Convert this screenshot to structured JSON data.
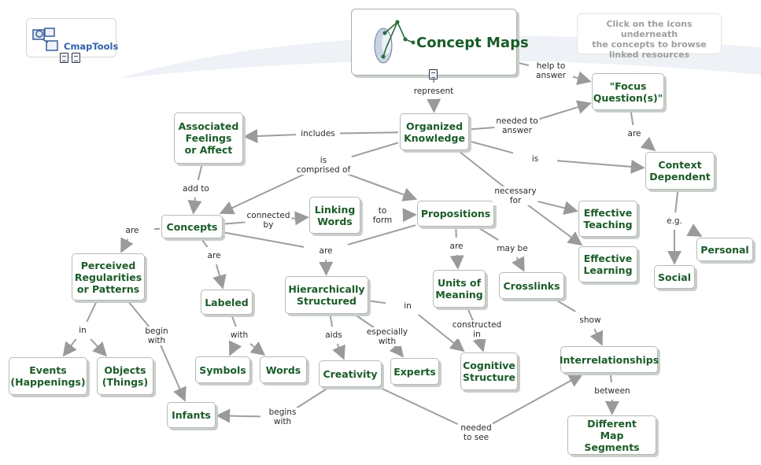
{
  "hint": "Click on the icons underneath\nthe concepts to browse\nlinked resources",
  "logo": {
    "name": "CmapTools"
  },
  "title": "Concept Maps",
  "concepts": [
    {
      "id": "organized_knowledge",
      "label": "Organized\nKnowledge"
    },
    {
      "id": "focus_questions",
      "label": "\"Focus\nQuestion(s)\""
    },
    {
      "id": "associated_feelings",
      "label": "Associated\nFeelings\nor Affect"
    },
    {
      "id": "context_dependent",
      "label": "Context\nDependent"
    },
    {
      "id": "concepts",
      "label": "Concepts"
    },
    {
      "id": "linking_words",
      "label": "Linking\nWords"
    },
    {
      "id": "propositions",
      "label": "Propositions"
    },
    {
      "id": "effective_teaching",
      "label": "Effective\nTeaching"
    },
    {
      "id": "effective_learning",
      "label": "Effective\nLearning"
    },
    {
      "id": "personal",
      "label": "Personal"
    },
    {
      "id": "social",
      "label": "Social"
    },
    {
      "id": "perceived_regularities",
      "label": "Perceived\nRegularities\nor Patterns"
    },
    {
      "id": "labeled",
      "label": "Labeled"
    },
    {
      "id": "hierarchically_structured",
      "label": "Hierarchically\nStructured"
    },
    {
      "id": "units_of_meaning",
      "label": "Units of\nMeaning"
    },
    {
      "id": "crosslinks",
      "label": "Crosslinks"
    },
    {
      "id": "events",
      "label": "Events\n(Happenings)"
    },
    {
      "id": "objects",
      "label": "Objects\n(Things)"
    },
    {
      "id": "symbols",
      "label": "Symbols"
    },
    {
      "id": "words",
      "label": "Words"
    },
    {
      "id": "creativity",
      "label": "Creativity"
    },
    {
      "id": "experts",
      "label": "Experts"
    },
    {
      "id": "cognitive_structure",
      "label": "Cognitive\nStructure"
    },
    {
      "id": "interrelationships",
      "label": "Interrelationships"
    },
    {
      "id": "infants",
      "label": "Infants"
    },
    {
      "id": "different_map_segments",
      "label": "Different\nMap Segments"
    }
  ],
  "linking_phrases": [
    {
      "id": "help_to_answer",
      "label": "help to\nanswer"
    },
    {
      "id": "represent",
      "label": "represent"
    },
    {
      "id": "needed_to_answer",
      "label": "needed to\nanswer"
    },
    {
      "id": "includes",
      "label": "includes"
    },
    {
      "id": "are_focus",
      "label": "are"
    },
    {
      "id": "is_context",
      "label": "is"
    },
    {
      "id": "is_comprised_of",
      "label": "is\ncomprised of"
    },
    {
      "id": "add_to",
      "label": "add to"
    },
    {
      "id": "necessary_for",
      "label": "necessary\nfor"
    },
    {
      "id": "eg",
      "label": "e.g."
    },
    {
      "id": "connected_by",
      "label": "connected\nby"
    },
    {
      "id": "to_form",
      "label": "to\nform"
    },
    {
      "id": "are_concepts",
      "label": "are"
    },
    {
      "id": "are_labeled",
      "label": "are"
    },
    {
      "id": "are_hier",
      "label": "are"
    },
    {
      "id": "are_units",
      "label": "are"
    },
    {
      "id": "may_be",
      "label": "may be"
    },
    {
      "id": "in_events",
      "label": "in"
    },
    {
      "id": "begin_with",
      "label": "begin\nwith"
    },
    {
      "id": "with",
      "label": "with"
    },
    {
      "id": "aids",
      "label": "aids"
    },
    {
      "id": "especially_with",
      "label": "especially\nwith"
    },
    {
      "id": "in_cognitive",
      "label": "in"
    },
    {
      "id": "constructed_in",
      "label": "constructed\nin"
    },
    {
      "id": "show",
      "label": "show"
    },
    {
      "id": "between",
      "label": "between"
    },
    {
      "id": "begins_with",
      "label": "begins\nwith"
    },
    {
      "id": "needed_to_see",
      "label": "needed\nto see"
    }
  ]
}
